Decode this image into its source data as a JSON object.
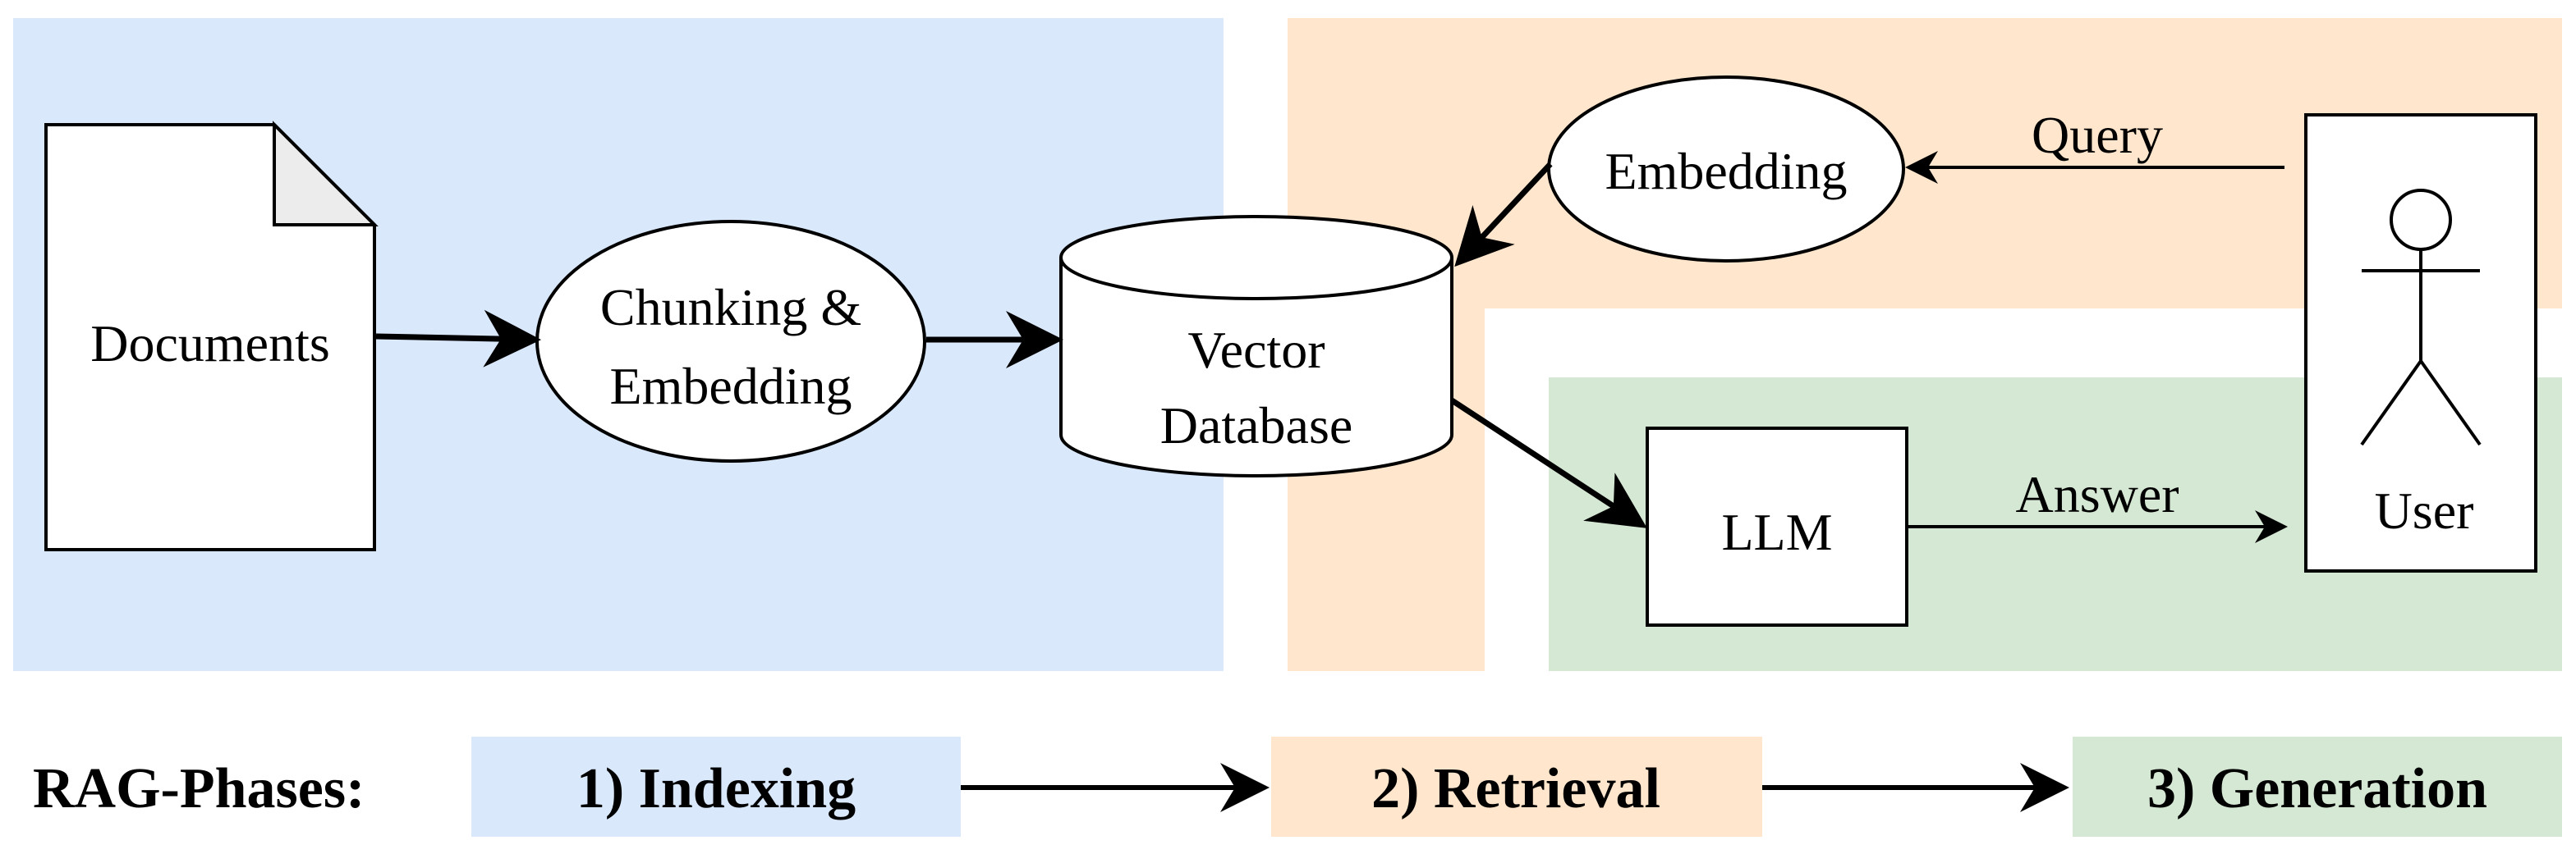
{
  "nodes": {
    "documents": "Documents",
    "chunking_line1": "Chunking &",
    "chunking_line2": "Embedding",
    "vector_line1": "Vector",
    "vector_line2": "Database",
    "embedding": "Embedding",
    "llm": "LLM",
    "user": "User"
  },
  "edges": {
    "query": "Query",
    "answer": "Answer"
  },
  "legend": {
    "title": "RAG-Phases:",
    "phase1": "1) Indexing",
    "phase2": "2) Retrieval",
    "phase3": "3) Generation"
  },
  "colors": {
    "indexing": "#dae8fc",
    "retrieval": "#ffe6cc",
    "generation": "#d5e8d4",
    "stroke": "#000000",
    "node_fill": "#ffffff",
    "page_fold": "#ececec"
  }
}
